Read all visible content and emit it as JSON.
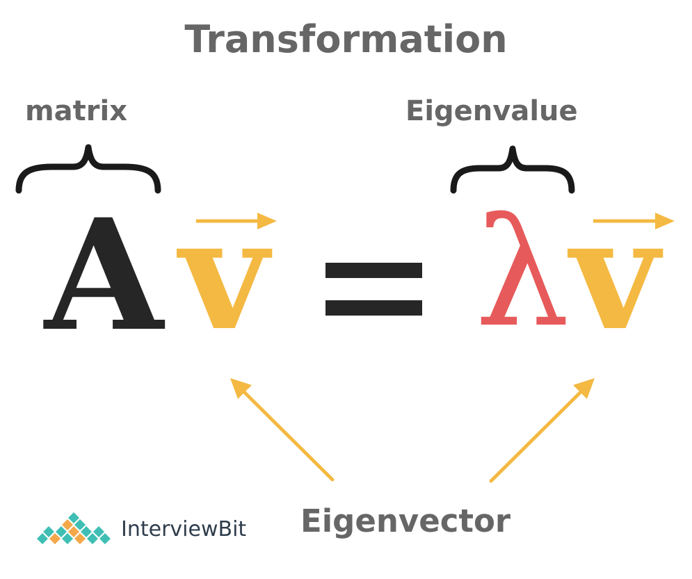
{
  "title": "Transformation",
  "labels": {
    "matrix": "matrix",
    "eigenvalue": "Eigenvalue",
    "eigenvector": "Eigenvector"
  },
  "equation": {
    "matrix_symbol": "A",
    "vector_symbol": "v",
    "equals_symbol": "=",
    "eigenvalue_symbol": "λ"
  },
  "logo": {
    "name": "InterviewBit"
  },
  "colors": {
    "label_gray": "#666666",
    "matrix_black": "#262626",
    "vector_yellow": "#f4b942",
    "lambda_red": "#e75a5b",
    "brace_black": "#1a1a1a",
    "logo_teal": "#3fbfb4",
    "logo_orange": "#f4a84a",
    "logo_text": "#2f3d4c"
  },
  "icons": {
    "brace": "curly-brace-icon",
    "vector_arrow": "right-arrow-icon",
    "pointer_arrow": "diagonal-arrow-icon",
    "logo_mark": "diamond-grid-icon"
  }
}
